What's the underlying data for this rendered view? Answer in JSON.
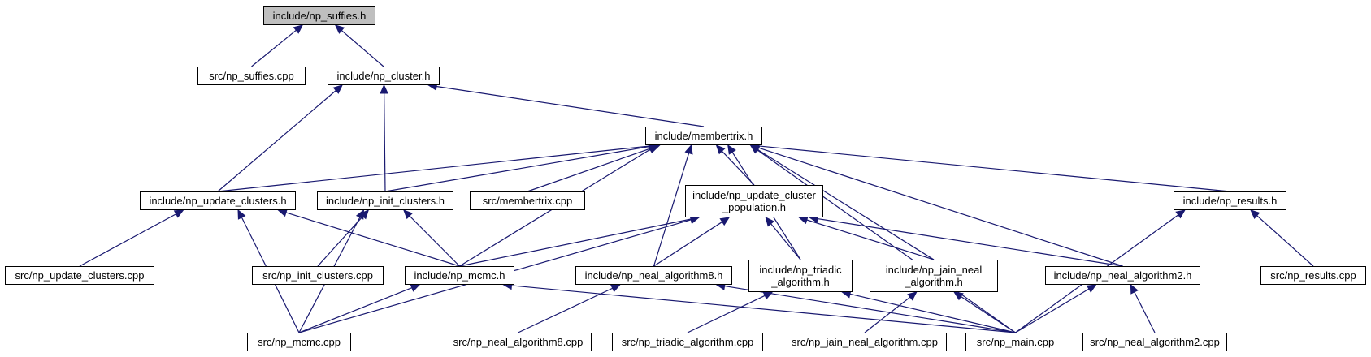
{
  "graph": {
    "nodes": [
      {
        "id": "np_suffies_h",
        "label": "include/np_suffies.h",
        "current": true
      },
      {
        "id": "np_suffies_cpp",
        "label": "src/np_suffies.cpp"
      },
      {
        "id": "np_cluster_h",
        "label": "include/np_cluster.h"
      },
      {
        "id": "membertrix_h",
        "label": "include/membertrix.h"
      },
      {
        "id": "np_update_clusters_h",
        "label": "include/np_update_clusters.h"
      },
      {
        "id": "np_init_clusters_h",
        "label": "include/np_init_clusters.h"
      },
      {
        "id": "membertrix_cpp",
        "label": "src/membertrix.cpp"
      },
      {
        "id": "np_update_cluster_population_h",
        "label": "include/np_update_cluster\n_population.h"
      },
      {
        "id": "np_results_h",
        "label": "include/np_results.h"
      },
      {
        "id": "np_update_clusters_cpp",
        "label": "src/np_update_clusters.cpp"
      },
      {
        "id": "np_init_clusters_cpp",
        "label": "src/np_init_clusters.cpp"
      },
      {
        "id": "np_mcmc_h",
        "label": "include/np_mcmc.h"
      },
      {
        "id": "np_neal_algorithm8_h",
        "label": "include/np_neal_algorithm8.h"
      },
      {
        "id": "np_triadic_algorithm_h",
        "label": "include/np_triadic\n_algorithm.h"
      },
      {
        "id": "np_jain_neal_algorithm_h",
        "label": "include/np_jain_neal\n_algorithm.h"
      },
      {
        "id": "np_neal_algorithm2_h",
        "label": "include/np_neal_algorithm2.h"
      },
      {
        "id": "np_results_cpp",
        "label": "src/np_results.cpp"
      },
      {
        "id": "np_mcmc_cpp",
        "label": "src/np_mcmc.cpp"
      },
      {
        "id": "np_neal_algorithm8_cpp",
        "label": "src/np_neal_algorithm8.cpp"
      },
      {
        "id": "np_triadic_algorithm_cpp",
        "label": "src/np_triadic_algorithm.cpp"
      },
      {
        "id": "np_jain_neal_algorithm_cpp",
        "label": "src/np_jain_neal_algorithm.cpp"
      },
      {
        "id": "np_main_cpp",
        "label": "src/np_main.cpp"
      },
      {
        "id": "np_neal_algorithm2_cpp",
        "label": "src/np_neal_algorithm2.cpp"
      }
    ],
    "edges": [
      {
        "from": "np_suffies_cpp",
        "to": "np_suffies_h"
      },
      {
        "from": "np_cluster_h",
        "to": "np_suffies_h"
      },
      {
        "from": "np_update_clusters_h",
        "to": "np_cluster_h"
      },
      {
        "from": "np_init_clusters_h",
        "to": "np_cluster_h"
      },
      {
        "from": "membertrix_h",
        "to": "np_cluster_h"
      },
      {
        "from": "np_update_clusters_h",
        "to": "membertrix_h"
      },
      {
        "from": "np_init_clusters_h",
        "to": "membertrix_h"
      },
      {
        "from": "membertrix_cpp",
        "to": "membertrix_h"
      },
      {
        "from": "np_update_cluster_population_h",
        "to": "membertrix_h"
      },
      {
        "from": "np_mcmc_h",
        "to": "membertrix_h"
      },
      {
        "from": "np_neal_algorithm8_h",
        "to": "membertrix_h"
      },
      {
        "from": "np_triadic_algorithm_h",
        "to": "membertrix_h"
      },
      {
        "from": "np_jain_neal_algorithm_h",
        "to": "membertrix_h"
      },
      {
        "from": "np_main_cpp",
        "to": "membertrix_h"
      },
      {
        "from": "np_neal_algorithm2_h",
        "to": "membertrix_h"
      },
      {
        "from": "np_results_h",
        "to": "membertrix_h"
      },
      {
        "from": "np_update_clusters_cpp",
        "to": "np_update_clusters_h"
      },
      {
        "from": "np_mcmc_cpp",
        "to": "np_update_clusters_h"
      },
      {
        "from": "np_mcmc_h",
        "to": "np_update_clusters_h"
      },
      {
        "from": "np_mcmc_cpp",
        "to": "np_init_clusters_h"
      },
      {
        "from": "np_init_clusters_cpp",
        "to": "np_init_clusters_h"
      },
      {
        "from": "np_mcmc_h",
        "to": "np_init_clusters_h"
      },
      {
        "from": "np_mcmc_h",
        "to": "np_update_cluster_population_h"
      },
      {
        "from": "np_mcmc_cpp",
        "to": "np_update_cluster_population_h"
      },
      {
        "from": "np_neal_algorithm8_h",
        "to": "np_update_cluster_population_h"
      },
      {
        "from": "np_triadic_algorithm_h",
        "to": "np_update_cluster_population_h"
      },
      {
        "from": "np_jain_neal_algorithm_h",
        "to": "np_update_cluster_population_h"
      },
      {
        "from": "np_neal_algorithm2_h",
        "to": "np_update_cluster_population_h"
      },
      {
        "from": "np_mcmc_cpp",
        "to": "np_mcmc_h"
      },
      {
        "from": "np_main_cpp",
        "to": "np_mcmc_h"
      },
      {
        "from": "np_neal_algorithm8_cpp",
        "to": "np_neal_algorithm8_h"
      },
      {
        "from": "np_main_cpp",
        "to": "np_neal_algorithm8_h"
      },
      {
        "from": "np_triadic_algorithm_cpp",
        "to": "np_triadic_algorithm_h"
      },
      {
        "from": "np_main_cpp",
        "to": "np_triadic_algorithm_h"
      },
      {
        "from": "np_jain_neal_algorithm_cpp",
        "to": "np_jain_neal_algorithm_h"
      },
      {
        "from": "np_main_cpp",
        "to": "np_jain_neal_algorithm_h"
      },
      {
        "from": "np_main_cpp",
        "to": "np_neal_algorithm2_h"
      },
      {
        "from": "np_neal_algorithm2_cpp",
        "to": "np_neal_algorithm2_h"
      },
      {
        "from": "np_results_cpp",
        "to": "np_results_h"
      },
      {
        "from": "np_main_cpp",
        "to": "np_results_h"
      }
    ]
  }
}
